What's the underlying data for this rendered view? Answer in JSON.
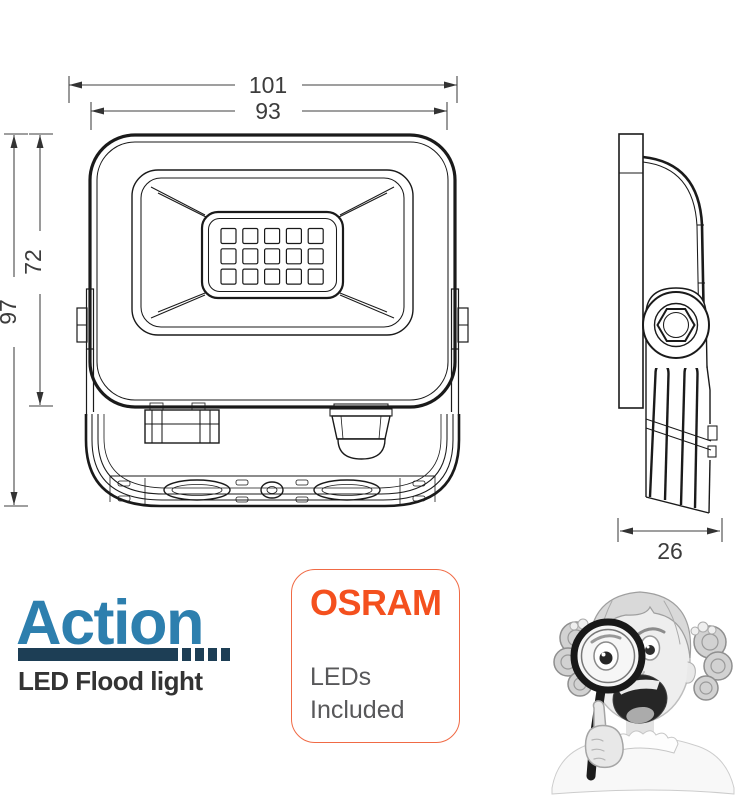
{
  "drawing": {
    "dimensions": {
      "front_width_outer": "101",
      "front_width_inner": "93",
      "front_height_outer": "97",
      "front_height_inner": "72",
      "side_depth": "26"
    },
    "led_grid": {
      "rows": 3,
      "cols": 5
    }
  },
  "branding": {
    "action": {
      "name": "Action",
      "tagline": "LED Flood light"
    },
    "osram": {
      "brand": "OSRAM",
      "note_lines": [
        "LEDs",
        "Included"
      ]
    }
  },
  "photo": {
    "alt": "Surprised girl looking through a magnifying glass"
  },
  "colors": {
    "action_blue": "#2d7fae",
    "action_navy": "#1d3e55",
    "tagline_dark": "#333333",
    "osram_orange": "#f4501e",
    "osram_border": "#f06a45",
    "note_gray": "#58585a",
    "line_black": "#1a1a1a",
    "dim_gray": "#3c3c3c"
  }
}
